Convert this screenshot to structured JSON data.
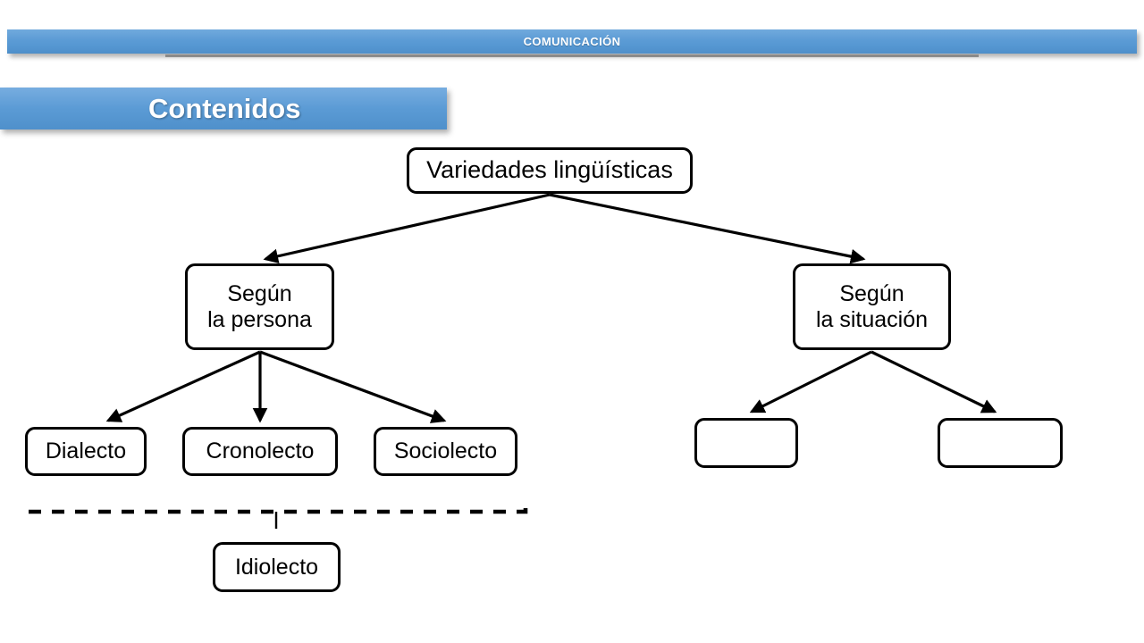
{
  "header": {
    "banner_title": "COMUNICACIÓN",
    "banner_color": "#5b9bd5"
  },
  "section": {
    "title": "Contenidos",
    "banner_color": "#5b9bd5"
  },
  "diagram": {
    "type": "tree",
    "title": "Variedades lingüísticas",
    "nodes": {
      "root": "Variedades lingüísticas",
      "level2_left": "Según\nla persona",
      "level2_right": "Según\nla situación",
      "leaf_dialecto": "Dialecto",
      "leaf_cronolecto": "Cronolecto",
      "leaf_sociolecto": "Sociolecto",
      "empty_left": "",
      "empty_right": "",
      "idiolecto": "Idiolecto"
    },
    "edges": [
      {
        "from": "root",
        "to": "level2_left",
        "style": "solid-arrow"
      },
      {
        "from": "root",
        "to": "level2_right",
        "style": "solid-arrow"
      },
      {
        "from": "level2_left",
        "to": "leaf_dialecto",
        "style": "solid-arrow"
      },
      {
        "from": "level2_left",
        "to": "leaf_cronolecto",
        "style": "solid-arrow"
      },
      {
        "from": "level2_left",
        "to": "leaf_sociolecto",
        "style": "solid-arrow"
      },
      {
        "from": "level2_right",
        "to": "empty_left",
        "style": "solid-arrow"
      },
      {
        "from": "level2_right",
        "to": "empty_right",
        "style": "solid-arrow"
      },
      {
        "from": "leaf-group-bracket",
        "to": "idiolecto",
        "style": "dashed-line"
      }
    ],
    "line_color": "#000000"
  }
}
